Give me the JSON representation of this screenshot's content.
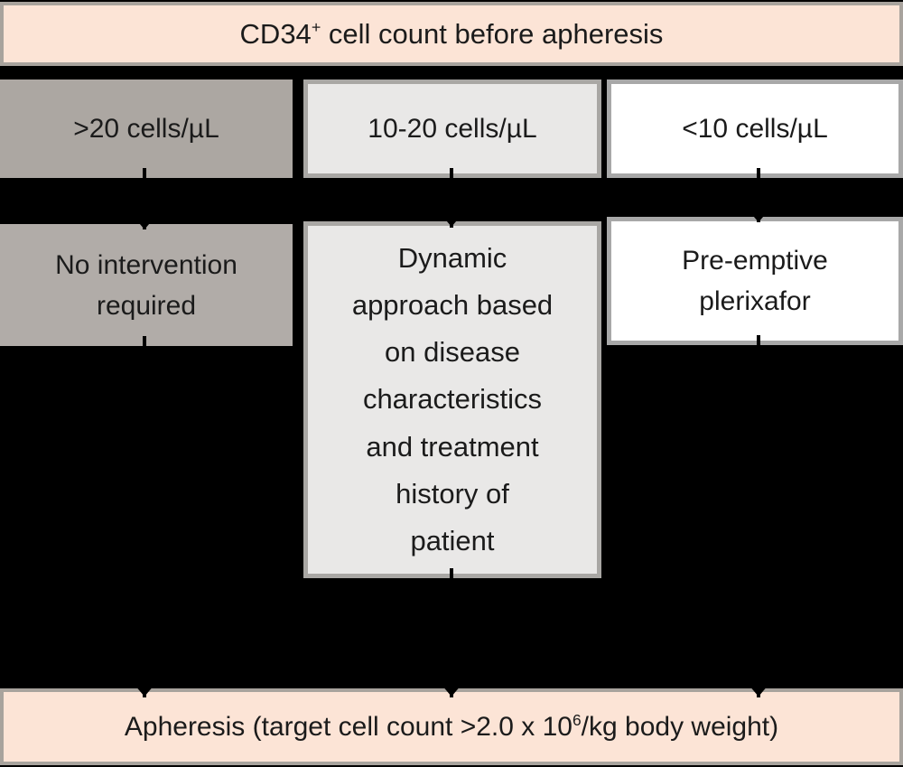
{
  "title_box": {
    "pre": "CD34",
    "sup": "+",
    "post": " cell count before apheresis"
  },
  "count_row": [
    {
      "label": ">20 cells/µL"
    },
    {
      "label": "10-20 cells/µL"
    },
    {
      "label": "<10 cells/µL"
    }
  ],
  "outcome_row": [
    {
      "text": "No intervention\nrequired"
    },
    {
      "text": "Dynamic\napproach based\non disease\ncharacteristics\nand treatment\nhistory of\npatient"
    },
    {
      "text": "Pre-emptive\nplerixafor"
    }
  ],
  "apheresis_box": {
    "pre": "Apheresis (target cell count >2.0 x 10",
    "sup": "6",
    "post": "/kg body weight)"
  },
  "colors": {
    "background": "#000000",
    "peach_fill": "#fce4d6",
    "peach_border": "#a8a39d",
    "dark_gray_fill": "#aca7a2",
    "dark_gray_fill_2": "#b1aca8",
    "light_gray_fill": "#e9e8e7",
    "light_gray_border": "#a9a7a4",
    "white_fill": "#ffffff",
    "white_border": "#a8a8a8",
    "text": "#1b1b1b",
    "arrow": "#000000"
  }
}
